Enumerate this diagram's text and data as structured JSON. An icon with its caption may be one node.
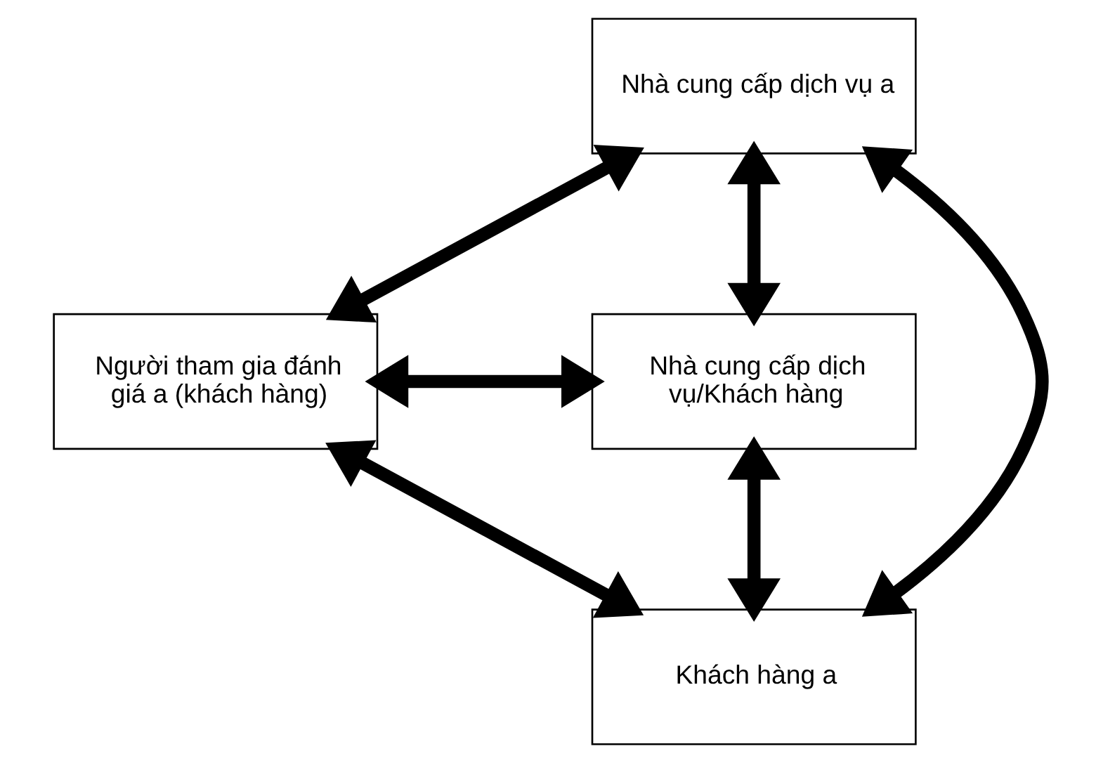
{
  "diagram": {
    "nodes": [
      {
        "text": [
          "Nhà cung cấp dịch vụ a"
        ]
      },
      {
        "text": [
          "Người tham gia đánh giá a (khách hàng)"
        ]
      },
      {
        "text": [
          "Nhà cung cấp dịch vụ/Khách hàng"
        ]
      },
      {
        "text": [
          "Khách hàng a"
        ]
      }
    ],
    "edges": [
      {
        "from": 1,
        "to": 0,
        "arrow": "both"
      },
      {
        "from": 0,
        "to": 2,
        "arrow": "both"
      },
      {
        "from": 1,
        "to": 2,
        "arrow": "both"
      },
      {
        "from": 0,
        "to": 3,
        "arrow": "both"
      },
      {
        "from": 3,
        "to": 1,
        "arrow": "both"
      },
      {
        "from": 3,
        "to": 2,
        "arrow": "both"
      }
    ]
  }
}
